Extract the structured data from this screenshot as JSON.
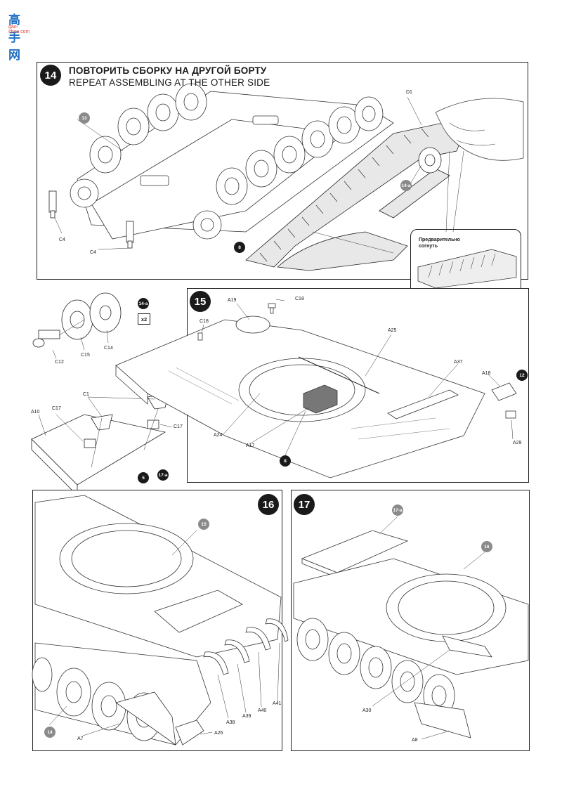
{
  "site": {
    "logo_text": "高手网",
    "url": "gao-shou.com"
  },
  "step14": {
    "number": "14",
    "title_ru": "ПОВТОРИТЬ СБОРКУ НА ДРУГОЙ БОРТУ",
    "title_en": "REPEAT ASSEMBLING AT THE OTHER SIDE",
    "refs": {
      "prev_step": "13",
      "sub": "14-a",
      "flag": "8"
    },
    "labels": {
      "d1": "D1",
      "c4_left": "C4",
      "c4_mid": "C4"
    },
    "note": {
      "line1": "Предварительно",
      "line2": "согнуть"
    }
  },
  "step14a": {
    "ref": "14-a",
    "multiplier": "x2",
    "labels": {
      "c12": "C12",
      "c15": "C15",
      "c14": "C14"
    }
  },
  "step17a": {
    "ref": "17-a",
    "flag": "5",
    "labels": {
      "c1": "C1",
      "c17_left": "C17",
      "c17_right": "C17",
      "a10": "A10"
    }
  },
  "step15": {
    "number": "15",
    "flags": {
      "f8": "8",
      "f12": "12"
    },
    "labels": {
      "a19": "A19",
      "c18_top": "C18",
      "c18_left": "C18",
      "a25": "A25",
      "a37": "A37",
      "a18": "A18",
      "a29": "A29",
      "a24": "A24",
      "a17": "A17"
    }
  },
  "step16": {
    "number": "16",
    "refs": {
      "r15": "15",
      "r14": "14"
    },
    "labels": {
      "a7": "A7",
      "a26": "A26",
      "a38": "A38",
      "a39": "A39",
      "a40": "A40",
      "a41": "A41"
    }
  },
  "step17": {
    "number": "17",
    "refs": {
      "r17a": "17-a",
      "r16": "16"
    },
    "labels": {
      "a30": "A30",
      "a8": "A8"
    }
  }
}
